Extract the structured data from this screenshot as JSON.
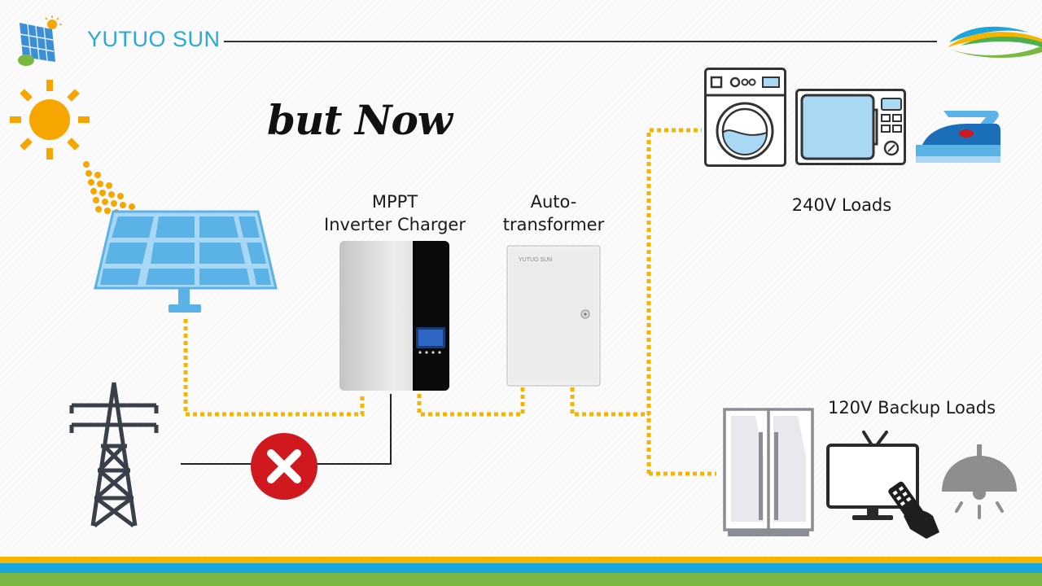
{
  "header": {
    "brand": "YUTUO SUN"
  },
  "headline": "but Now",
  "devices": {
    "inverter": {
      "label_line1": "MPPT",
      "label_line2": "Inverter Charger",
      "unit_brand": ""
    },
    "autotransformer": {
      "label_line1": "Auto-",
      "label_line2": "transformer",
      "unit_brand": "YUTUO SUN"
    }
  },
  "loads": {
    "high_voltage": {
      "label": "240V Loads",
      "items": [
        "washing-machine",
        "microwave",
        "clothes-iron"
      ]
    },
    "backup": {
      "label": "120V Backup Loads",
      "items": [
        "refrigerator",
        "television",
        "ceiling-lamp"
      ]
    }
  },
  "grid": {
    "status": "disconnected",
    "icon": "x-circle-icon"
  },
  "colors": {
    "brand_blue": "#2aa9d8",
    "sun_orange": "#f7a600",
    "wire_dotted": "#f5b400",
    "disconnect_red": "#d0191e",
    "footer_stripes": [
      "#f5b400",
      "#1aa6dc",
      "#7ab843"
    ]
  }
}
